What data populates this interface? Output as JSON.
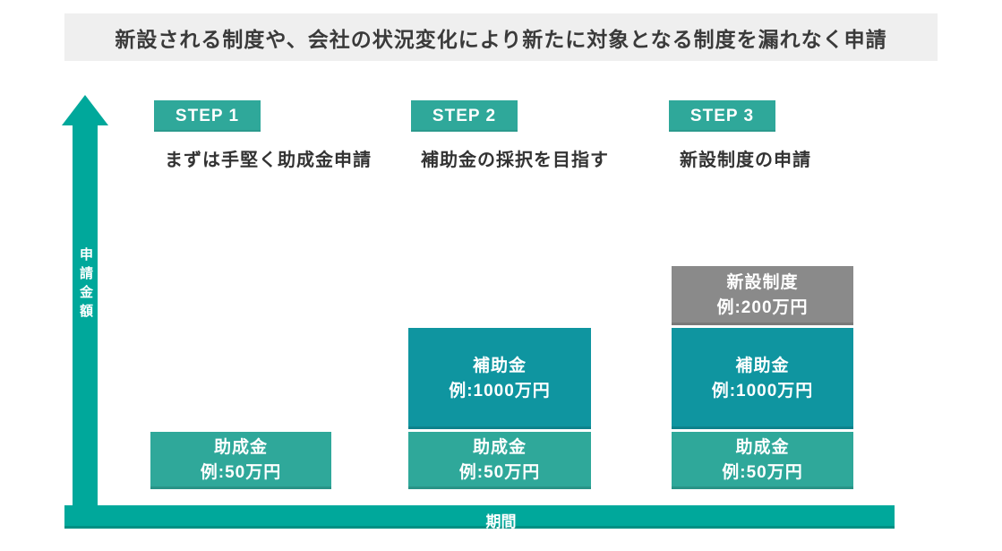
{
  "title": "新設される制度や、会社の状況変化により新たに対象となる制度を漏れなく申請",
  "y_axis_label": "申請金額",
  "x_axis_label": "期間",
  "colors": {
    "axis_teal": "#00A89B",
    "badge_teal": "#2FA89A",
    "josei_teal": "#2FA89A",
    "hojo_teal": "#0F95A0",
    "shinsetsu_gray": "#8A8A8A",
    "title_bg": "#EFEFEF",
    "title_text": "#3A3A3A",
    "desc_text": "#333333",
    "bar_text": "#FFFFFF"
  },
  "steps": [
    {
      "badge": "STEP 1",
      "description": "まずは手堅く助成金申請",
      "bars": [
        {
          "name": "助成金",
          "example": "例:50万円"
        }
      ]
    },
    {
      "badge": "STEP 2",
      "description": "補助金の採択を目指す",
      "bars": [
        {
          "name": "補助金",
          "example": "例:1000万円"
        },
        {
          "name": "助成金",
          "example": "例:50万円"
        }
      ]
    },
    {
      "badge": "STEP 3",
      "description": "新設制度の申請",
      "bars": [
        {
          "name": "新設制度",
          "example": "例:200万円"
        },
        {
          "name": "補助金",
          "example": "例:1000万円"
        },
        {
          "name": "助成金",
          "example": "例:50万円"
        }
      ]
    }
  ],
  "chart_data": {
    "type": "bar",
    "stacked": true,
    "categories": [
      "STEP 1",
      "STEP 2",
      "STEP 3"
    ],
    "series": [
      {
        "name": "助成金",
        "values": [
          50,
          50,
          50
        ]
      },
      {
        "name": "補助金",
        "values": [
          null,
          1000,
          1000
        ]
      },
      {
        "name": "新設制度",
        "values": [
          null,
          null,
          200
        ]
      }
    ],
    "unit": "万円",
    "title": "新設される制度や、会社の状況変化により新たに対象となる制度を漏れなく申請",
    "xlabel": "期間",
    "ylabel": "申請金額",
    "legend": false,
    "grid": false,
    "note": "Conceptual diagram: segment heights are illustrative, not proportional to values; each step adds a new funding layer over time"
  }
}
